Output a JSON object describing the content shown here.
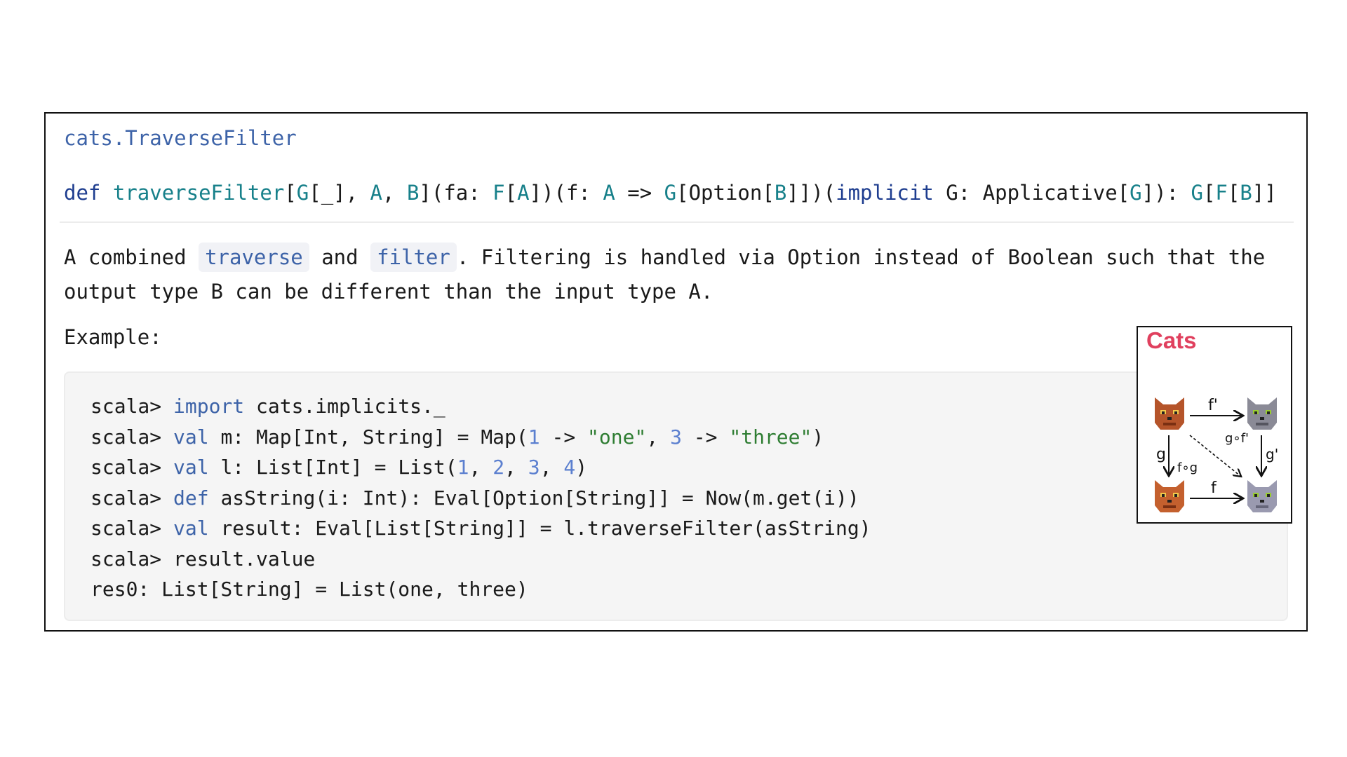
{
  "doc": {
    "fqn": "cats.TraverseFilter",
    "signature": {
      "def": "def",
      "name": "traverseFilter",
      "t1": "[",
      "G": "G",
      "t2": "[_], ",
      "A": "A",
      "t3": ", ",
      "B": "B",
      "t4": "](fa: ",
      "F": "F",
      "t5": "[",
      "A2": "A",
      "t6": "])(f: ",
      "A3": "A",
      "t7": " => ",
      "G2": "G",
      "t8": "[Option[",
      "B2": "B",
      "t9": "]])(",
      "implicit": "implicit",
      "t10": " G: Applicative[",
      "G3": "G",
      "t11": "]): ",
      "G4": "G",
      "t12": "[",
      "F2": "F",
      "t13": "[",
      "B3": "B",
      "t14": "]]"
    },
    "description": {
      "p1": "A combined ",
      "code1": "traverse",
      "p2": " and ",
      "code2": "filter",
      "p3": ". Filtering is handled via Option instead of Boolean such that the",
      "line2": "output type B can be different than the input type A."
    },
    "example_label": "Example:",
    "code": {
      "l1": {
        "a": "scala> ",
        "k": "import",
        "b": " cats.implicits._"
      },
      "l2": {
        "a": "scala> ",
        "k": "val",
        "b": " m: Map[Int, String] = Map(",
        "n1": "1",
        "c": " -> ",
        "s1": "\"one\"",
        "d": ", ",
        "n2": "3",
        "e": " -> ",
        "s2": "\"three\"",
        "f": ")"
      },
      "l3": {
        "a": "scala> ",
        "k": "val",
        "b": " l: List[Int] = List(",
        "n1": "1",
        "c": ", ",
        "n2": "2",
        "d": ", ",
        "n3": "3",
        "e": ", ",
        "n4": "4",
        "f": ")"
      },
      "l4": {
        "a": "scala> ",
        "k": "def",
        "b": " asString(i: Int): Eval[Option[String]] = Now(m.get(i))"
      },
      "l5": {
        "a": "scala> ",
        "k": "val",
        "b": " result: Eval[List[String]] = l.traverseFilter(asString)"
      },
      "l6": {
        "a": "scala> result.value"
      },
      "l7": {
        "a": "res0: List[String] = List(one, three)"
      }
    },
    "logo": {
      "title": "Cats",
      "arrow_top": "f'",
      "arrow_bottom": "f",
      "arrow_left": "g",
      "arrow_right": "g'",
      "diag_upper": "g∘f'",
      "diag_lower": "f∘g"
    }
  }
}
